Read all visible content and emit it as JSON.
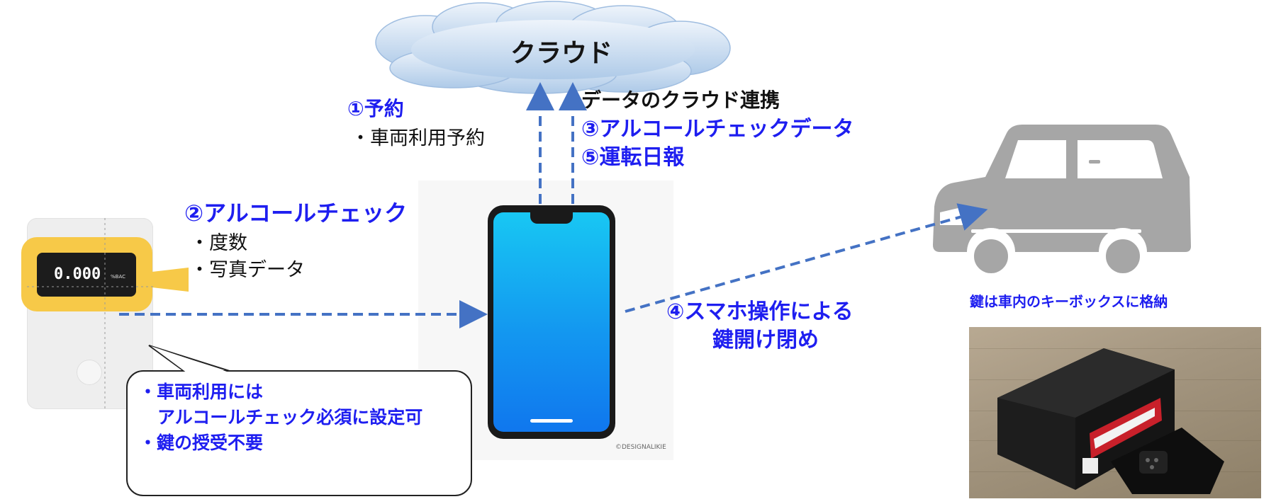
{
  "cloud": {
    "label": "クラウド"
  },
  "reservation": {
    "title": "①予約",
    "item": "・車両利用予約"
  },
  "cloud_sync": {
    "title": "データのクラウド連携",
    "items": [
      "③アルコールチェックデータ",
      "⑤運転日報"
    ]
  },
  "alcohol_check": {
    "title": "②アルコールチェック",
    "items": [
      "・度数",
      "・写真データ"
    ],
    "device_reading": "0.000",
    "device_unit": "%BAC"
  },
  "phone": {
    "credit": "©DESIGNALIKIE"
  },
  "smartphone_operation": {
    "lines": [
      "④スマホ操作による",
      "鍵開け閉め"
    ]
  },
  "benefits": {
    "lines": [
      "・車両利用には",
      "アルコールチェック必須に設定可",
      "・鍵の授受不要"
    ]
  },
  "car": {
    "caption": "鍵は車内のキーボックスに格納"
  },
  "colors": {
    "accent_blue": "#1e1ef0",
    "arrow_blue": "#4472c4",
    "car_gray": "#a6a6a6",
    "highlight_yellow": "#f7c948"
  }
}
